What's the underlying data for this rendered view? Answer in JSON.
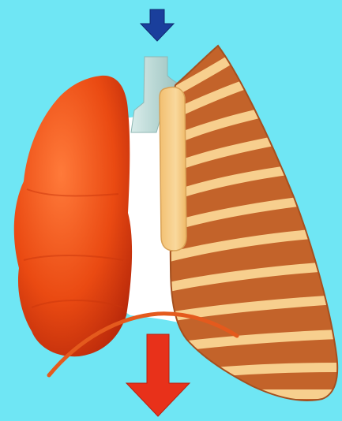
{
  "diagram": {
    "background_color": "#6fe6f4",
    "parts": [
      {
        "name": "trachea",
        "color": "#b9d7d4"
      },
      {
        "name": "lung",
        "color": "#ea4a12"
      },
      {
        "name": "chest-cavity",
        "color": "#ffffff"
      },
      {
        "name": "rib-cage",
        "color": "#c3632a"
      },
      {
        "name": "ribs-light",
        "color": "#f7cf8e"
      },
      {
        "name": "sternum",
        "color": "#f6cd86"
      },
      {
        "name": "diaphragm",
        "color": "#e45a1d"
      }
    ],
    "arrows": [
      {
        "name": "air-in-arrow",
        "direction": "down",
        "color": "#1a3f9c"
      },
      {
        "name": "diaphragm-down-arrow",
        "direction": "down",
        "color": "#e8311a"
      }
    ]
  }
}
